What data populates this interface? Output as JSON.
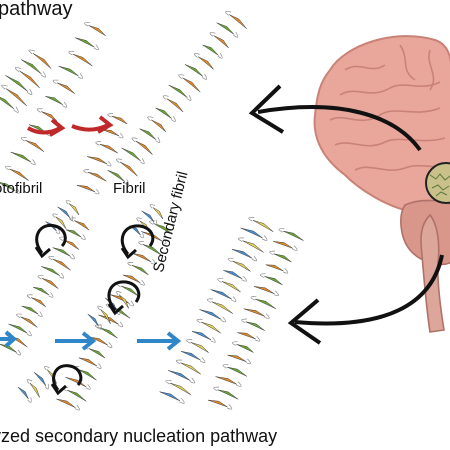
{
  "labels": {
    "top_title": "pathway",
    "protofibril": "otofibril",
    "fibril": "Fibril",
    "secondary_fibril": "Secondary fibril",
    "bottom_title": "yzed secondary nucleation pathway"
  },
  "colors": {
    "strand_green": "#6aa636",
    "strand_orange": "#e08a2a",
    "strand_blue": "#4a8fd0",
    "strand_yellow": "#e6cf5a",
    "arrow_red": "#c0282a",
    "arrow_blue": "#2f86c8",
    "arrow_black": "#111111",
    "brain": "#e9a79c",
    "brain_dark": "#c98277",
    "cerebellum": "#d9968b",
    "brainstem": "#dca69a"
  }
}
